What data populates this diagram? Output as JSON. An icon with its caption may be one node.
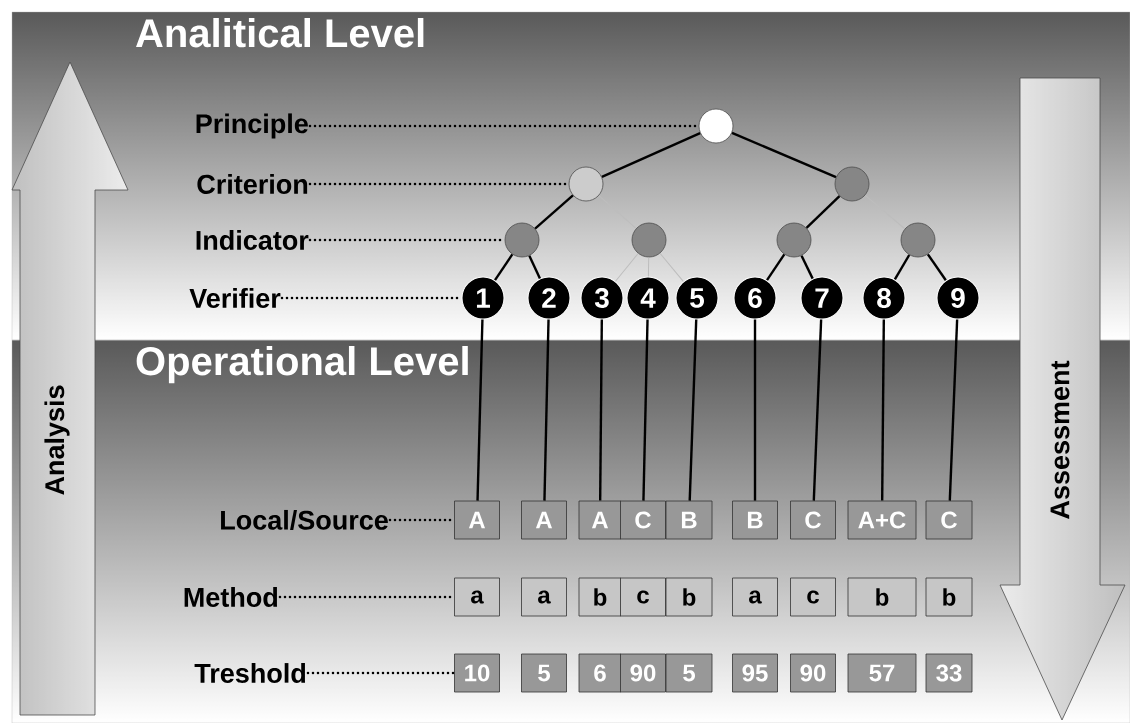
{
  "diagram": {
    "nodes": [
      {
        "text": [
          "Analitical Level"
        ]
      },
      {
        "text": [
          "Operational Level"
        ]
      },
      {
        "text": [
          "Analysis"
        ]
      },
      {
        "text": [
          "Assessment"
        ]
      },
      {
        "text": [
          "Principle"
        ],
        "in": 0
      },
      {
        "text": [
          "Criterion"
        ],
        "in": 0
      },
      {
        "text": [
          "Indicator"
        ],
        "in": 0
      },
      {
        "text": [
          "Verifier"
        ],
        "in": 0
      },
      {
        "text": [
          "Local/Source"
        ],
        "in": 1
      },
      {
        "text": [
          "Method"
        ],
        "in": 1
      },
      {
        "text": [
          "Treshold"
        ],
        "in": 1
      },
      {
        "text": [],
        "shape": "circle",
        "in": 0
      },
      {
        "text": [],
        "shape": "circle",
        "in": 0
      },
      {
        "text": [],
        "shape": "circle",
        "in": 0
      },
      {
        "text": [],
        "shape": "circle",
        "in": 0
      },
      {
        "text": [],
        "shape": "circle",
        "in": 0
      },
      {
        "text": [],
        "shape": "circle",
        "in": 0
      },
      {
        "text": [],
        "shape": "circle",
        "in": 0
      },
      {
        "text": [
          "1"
        ],
        "in": 0
      },
      {
        "text": [
          "2"
        ],
        "in": 0
      },
      {
        "text": [
          "3"
        ],
        "in": 0
      },
      {
        "text": [
          "4"
        ],
        "in": 0
      },
      {
        "text": [
          "5"
        ],
        "in": 0
      },
      {
        "text": [
          "6"
        ],
        "in": 0
      },
      {
        "text": [
          "7"
        ],
        "in": 0
      },
      {
        "text": [
          "8"
        ],
        "in": 0
      },
      {
        "text": [
          "9"
        ],
        "in": 0
      },
      {
        "text": [
          "A"
        ],
        "in": 1
      },
      {
        "text": [
          "A"
        ],
        "in": 1
      },
      {
        "text": [
          "A"
        ],
        "in": 1
      },
      {
        "text": [
          "C"
        ],
        "in": 1
      },
      {
        "text": [
          "B"
        ],
        "in": 1
      },
      {
        "text": [
          "B"
        ],
        "in": 1
      },
      {
        "text": [
          "C"
        ],
        "in": 1
      },
      {
        "text": [
          "A+C"
        ],
        "in": 1
      },
      {
        "text": [
          "C"
        ],
        "in": 1
      },
      {
        "text": [
          "a"
        ],
        "in": 1
      },
      {
        "text": [
          "a"
        ],
        "in": 1
      },
      {
        "text": [
          "b"
        ],
        "in": 1
      },
      {
        "text": [
          "c"
        ],
        "in": 1
      },
      {
        "text": [
          "b"
        ],
        "in": 1
      },
      {
        "text": [
          "a"
        ],
        "in": 1
      },
      {
        "text": [
          "c"
        ],
        "in": 1
      },
      {
        "text": [
          "b"
        ],
        "in": 1
      },
      {
        "text": [
          "b"
        ],
        "in": 1
      },
      {
        "text": [
          "10"
        ],
        "in": 1
      },
      {
        "text": [
          "5"
        ],
        "in": 1
      },
      {
        "text": [
          "6"
        ],
        "in": 1
      },
      {
        "text": [
          "90"
        ],
        "in": 1
      },
      {
        "text": [
          "5"
        ],
        "in": 1
      },
      {
        "text": [
          "95"
        ],
        "in": 1
      },
      {
        "text": [
          "90"
        ],
        "in": 1
      },
      {
        "text": [
          "57"
        ],
        "in": 1
      },
      {
        "text": [
          "33"
        ],
        "in": 1
      }
    ],
    "edges": [
      {
        "from": 4,
        "to": 11,
        "arrow": "none",
        "style": "dashed"
      },
      {
        "from": 5,
        "to": 12,
        "arrow": "none",
        "style": "dashed"
      },
      {
        "from": 6,
        "to": 14,
        "arrow": "none",
        "style": "dashed"
      },
      {
        "from": 7,
        "to": 18,
        "arrow": "none",
        "style": "dashed"
      },
      {
        "from": 8,
        "to": 27,
        "arrow": "none",
        "style": "dashed"
      },
      {
        "from": 9,
        "to": 36,
        "arrow": "none",
        "style": "dashed"
      },
      {
        "from": 10,
        "to": 45,
        "arrow": "none",
        "style": "dashed"
      },
      {
        "from": 11,
        "to": 12,
        "arrow": "none"
      },
      {
        "from": 11,
        "to": 13,
        "arrow": "none"
      },
      {
        "from": 12,
        "to": 14,
        "arrow": "none"
      },
      {
        "from": 12,
        "to": 15,
        "arrow": "none",
        "color": "#bdbdbd"
      },
      {
        "from": 13,
        "to": 16,
        "arrow": "none"
      },
      {
        "from": 13,
        "to": 17,
        "arrow": "none",
        "color": "#bdbdbd"
      },
      {
        "from": 14,
        "to": 18,
        "arrow": "none"
      },
      {
        "from": 14,
        "to": 19,
        "arrow": "none"
      },
      {
        "from": 15,
        "to": 20,
        "arrow": "none",
        "color": "#bdbdbd"
      },
      {
        "from": 15,
        "to": 21,
        "arrow": "none",
        "color": "#bdbdbd"
      },
      {
        "from": 15,
        "to": 22,
        "arrow": "none",
        "color": "#bdbdbd"
      },
      {
        "from": 16,
        "to": 23,
        "arrow": "none"
      },
      {
        "from": 16,
        "to": 24,
        "arrow": "none"
      },
      {
        "from": 17,
        "to": 25,
        "arrow": "none"
      },
      {
        "from": 17,
        "to": 26,
        "arrow": "none"
      },
      {
        "from": 18,
        "to": 27,
        "arrow": "none"
      },
      {
        "from": 19,
        "to": 28,
        "arrow": "none"
      },
      {
        "from": 20,
        "to": 29,
        "arrow": "none"
      },
      {
        "from": 21,
        "to": 30,
        "arrow": "none"
      },
      {
        "from": 22,
        "to": 31,
        "arrow": "none"
      },
      {
        "from": 23,
        "to": 32,
        "arrow": "none"
      },
      {
        "from": 24,
        "to": 33,
        "arrow": "none"
      },
      {
        "from": 25,
        "to": 34,
        "arrow": "none"
      },
      {
        "from": 26,
        "to": 35,
        "arrow": "none"
      }
    ]
  }
}
